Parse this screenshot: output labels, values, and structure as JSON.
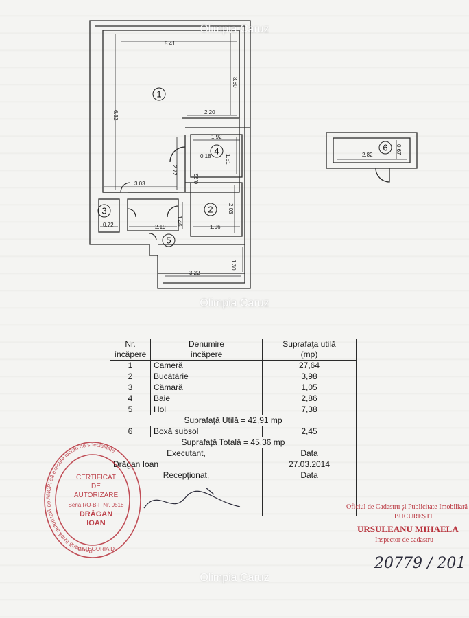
{
  "watermark": "Olimpia Caruz",
  "plan": {
    "dimensions": [
      "5.41",
      "3.60",
      "6.32",
      "2.20",
      "1.92",
      "0.18",
      "1.51",
      "2.72",
      "3.03",
      "0.22",
      "2.03",
      "1.46",
      "0.72",
      "2.19",
      "1.96",
      "1.30",
      "3.22",
      "2.82",
      "0.67"
    ],
    "rooms": [
      "1",
      "2",
      "3",
      "4",
      "5",
      "6"
    ]
  },
  "table": {
    "headers": [
      "Nr.\nîncăpere",
      "Denumire\nîncăpere",
      "Suprafaţa utilă\n(mp)"
    ],
    "rows": [
      {
        "nr": "1",
        "name": "Cameră",
        "area": "27,64"
      },
      {
        "nr": "2",
        "name": "Bucătărie",
        "area": "3,98"
      },
      {
        "nr": "3",
        "name": "Cămară",
        "area": "1,05"
      },
      {
        "nr": "4",
        "name": "Baie",
        "area": "2,86"
      },
      {
        "nr": "5",
        "name": "Hol",
        "area": "7,38"
      }
    ],
    "useful_total": "Suprafaţă Utilă = 42,91 mp",
    "extra_row": {
      "nr": "6",
      "name": "Boxă subsol",
      "area": "2,45"
    },
    "grand_total": "Suprafaţă Totală = 45,36 mp",
    "executant_label": "Executant,",
    "date_label": "Data",
    "executant_name": "Drăgan Ioan",
    "executant_date": "27.03.2014",
    "receptionat_label": "Recepţionat,",
    "date_label2": "Data"
  },
  "stamp_left": {
    "lines": [
      "CERTIFICAT",
      "DE",
      "AUTORIZARE",
      "Seria RO-B-F Nr. 0518",
      "DRĂGAN",
      "IOAN",
      "CATEGORIA D"
    ],
    "ring_text": "Persoană fizică autorizată de ANCPI să execute lucrări de specialitate"
  },
  "stamp_right": {
    "line1": "Oficiul de Cadastru şi Publicitate Imobiliară",
    "line2": "BUCUREŞTI",
    "line3": "URSULEANU MIHAELA",
    "line4": "Inspector de cadastru"
  },
  "handwritten": "20779 / 201",
  "colors": {
    "ink": "#1e1e1e",
    "stamp": "#b8323c",
    "paper": "#f3f3f1"
  }
}
